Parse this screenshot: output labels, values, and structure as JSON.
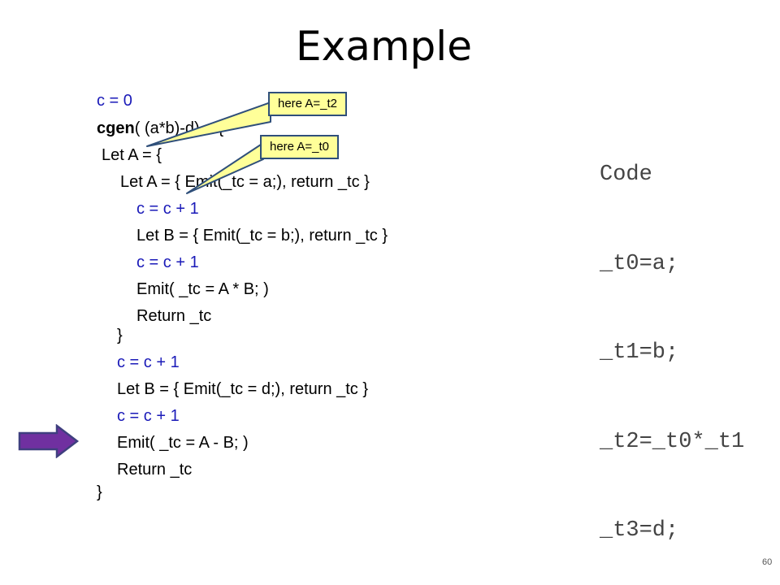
{
  "slide": {
    "title": "Example",
    "page_number": "60",
    "callouts": [
      {
        "text": "here A=_t2"
      },
      {
        "text": "here A=_t0"
      }
    ],
    "code_lines": [
      {
        "text": "c = 0",
        "color": "#1a1ab8"
      },
      {
        "bold": "cgen",
        "text": "( (a*b)-d) = {",
        "color": "#000000"
      },
      {
        "text": "Let A = {",
        "color": "#000000"
      },
      {
        "text": "Let A = { Emit(_tc = a;), return _tc }",
        "color": "#000000"
      },
      {
        "text": "c = c + 1",
        "color": "#1a1ab8"
      },
      {
        "text": "Let B = { Emit(_tc = b;), return _tc }",
        "color": "#000000"
      },
      {
        "text": "c = c + 1",
        "color": "#1a1ab8"
      },
      {
        "text": "Emit( _tc = A * B; )",
        "color": "#000000"
      },
      {
        "text": "Return _tc",
        "color": "#000000"
      },
      {
        "text": "}",
        "color": "#000000"
      },
      {
        "text": "c = c + 1",
        "color": "#1a1ab8"
      },
      {
        "text": "Let B = { Emit(_tc = d;), return _tc }",
        "color": "#000000"
      },
      {
        "text": "c = c + 1",
        "color": "#1a1ab8"
      },
      {
        "text": "Emit( _tc = A - B; )",
        "color": "#000000"
      },
      {
        "text": "Return _tc",
        "color": "#000000"
      },
      {
        "text": "}",
        "color": "#000000"
      }
    ],
    "generated_code": {
      "heading": "Code",
      "lines": [
        "_t0=a;",
        "_t1=b;",
        "_t2=_t0*_t1",
        "_t3=d;"
      ]
    },
    "pointer_arrow": {
      "icon": "right-arrow-icon",
      "fill": "#7030a0",
      "stroke": "#3f3f7f"
    }
  }
}
